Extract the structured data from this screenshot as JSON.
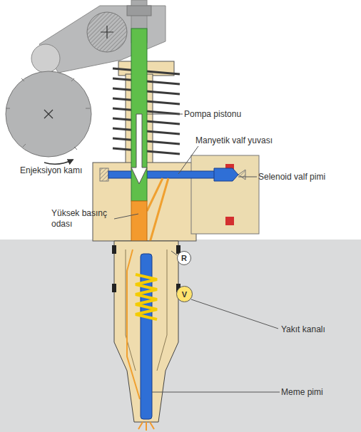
{
  "diagram": {
    "nodes": [
      {
        "text": [
          "R"
        ]
      },
      {
        "text": [
          "V"
        ]
      }
    ],
    "labels": [
      "Pompa pistonu",
      "Manyetik valf yuvası",
      "Enjeksiyon kamı",
      "Selenoid valf pimi",
      "Yüksek basınç odası",
      "Yakıt kanalı",
      "Meme pimi"
    ]
  }
}
